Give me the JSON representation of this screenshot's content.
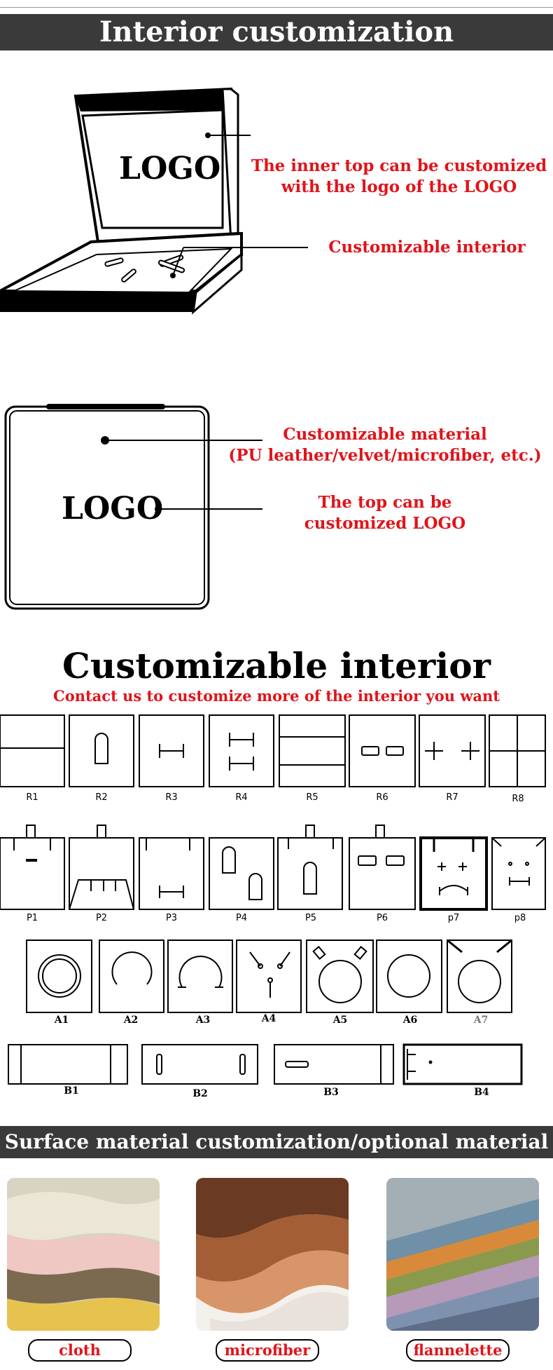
{
  "header": {
    "title": "Interior customization"
  },
  "box1": {
    "logo": "LOGO",
    "note1_line1": "The inner top can be customized",
    "note1_line2": "with the logo of the LOGO",
    "note2": "Customizable interior"
  },
  "box2": {
    "logo": "LOGO",
    "material_line1": "Customizable material",
    "material_line2": "(PU leather/velvet/microfiber, etc.)",
    "top_line1": "The top can be",
    "top_line2": "customized LOGO"
  },
  "interior": {
    "title": "Customizable interior",
    "subtitle": "Contact us to customize more of the interior you want",
    "r_labels": [
      "R1",
      "R2",
      "R3",
      "R4",
      "R5",
      "R6",
      "R7",
      "R8"
    ],
    "p_labels": [
      "P1",
      "P2",
      "P3",
      "P4",
      "P5",
      "P6",
      "p7",
      "p8"
    ],
    "a_labels": [
      "A1",
      "A2",
      "A3",
      "A4",
      "A5",
      "A6",
      "A7"
    ],
    "b_labels": [
      "B1",
      "B2",
      "B3",
      "B4"
    ]
  },
  "materials": {
    "title": "Surface material customization/optional material",
    "items": [
      {
        "label": "cloth",
        "colors": [
          "#e9e2d2",
          "#f0c4c0",
          "#7b6a50",
          "#e6c34f"
        ]
      },
      {
        "label": "microfiber",
        "colors": [
          "#8a4f2c",
          "#b76d3d",
          "#d8956a",
          "#c27a48"
        ]
      },
      {
        "label": "flannelette",
        "colors": [
          "#6f90a6",
          "#d88a3a",
          "#8a9a4c",
          "#b69ab8",
          "#7e92b0"
        ]
      }
    ]
  }
}
